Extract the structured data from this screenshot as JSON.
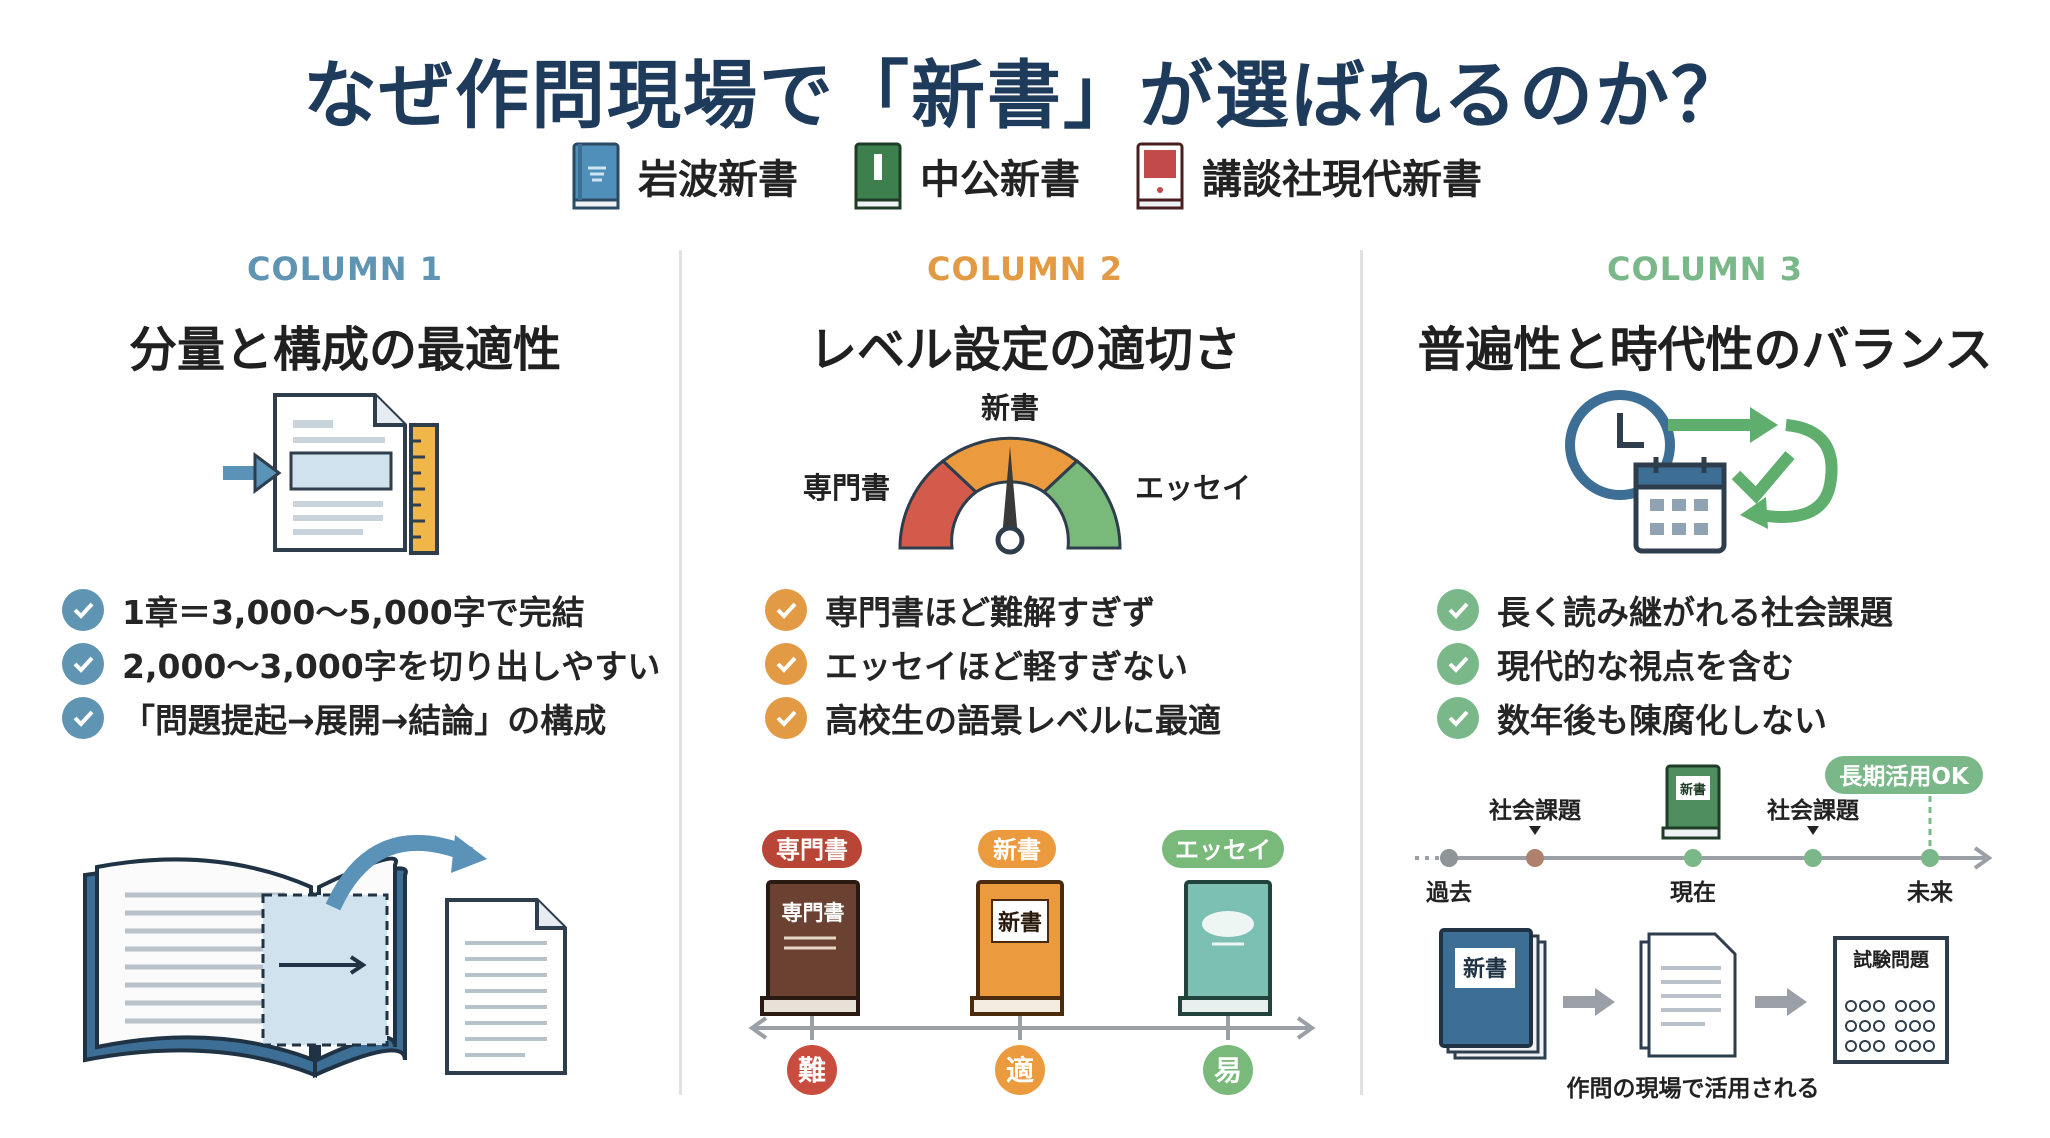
{
  "title": "なぜ作問現場で「新書」が選ばれるのか？",
  "books": [
    {
      "label": "岩波新書",
      "color": "#4f8fba"
    },
    {
      "label": "中公新書",
      "color": "#3d7f4d"
    },
    {
      "label": "講談社現代新書",
      "color": "#c24a4a"
    }
  ],
  "columns": [
    {
      "num": "COLUMN 1",
      "title": "分量と構成の最適性",
      "color": "#5f95b3",
      "checks": [
        "1章＝3,000〜5,000字で完結",
        "2,000〜3,000字を切り出しやすい",
        "「問題提起→展開→結論」の構成"
      ]
    },
    {
      "num": "COLUMN 2",
      "title": "レベル設定の適切さ",
      "color": "#e39a45",
      "checks": [
        "専門書ほど難解すぎず",
        "エッセイほど軽すぎない",
        "高校生の語景レベルに最適"
      ],
      "gauge": {
        "top": "新書",
        "left": "専門書",
        "right": "エッセイ"
      },
      "scale": {
        "books": [
          {
            "tag": "専門書",
            "cover": "専門書",
            "level": "難"
          },
          {
            "tag": "新書",
            "cover": "新書",
            "level": "適"
          },
          {
            "tag": "エッセイ",
            "cover": "",
            "level": "易"
          }
        ]
      }
    },
    {
      "num": "COLUMN 3",
      "title": "普遍性と時代性のバランス",
      "color": "#7ab889",
      "checks": [
        "長く読み継がれる社会課題",
        "現代的な視点を含む",
        "数年後も陳腐化しない"
      ],
      "timeline": {
        "badge": "長期活用OK",
        "topic1": "社会課題",
        "topic2": "社会課題",
        "past": "過去",
        "present": "現在",
        "future": "未来",
        "book_cover": "新書",
        "exam_label": "試験問題",
        "small_book": "新書",
        "caption": "作問の現場で活用される"
      }
    }
  ]
}
